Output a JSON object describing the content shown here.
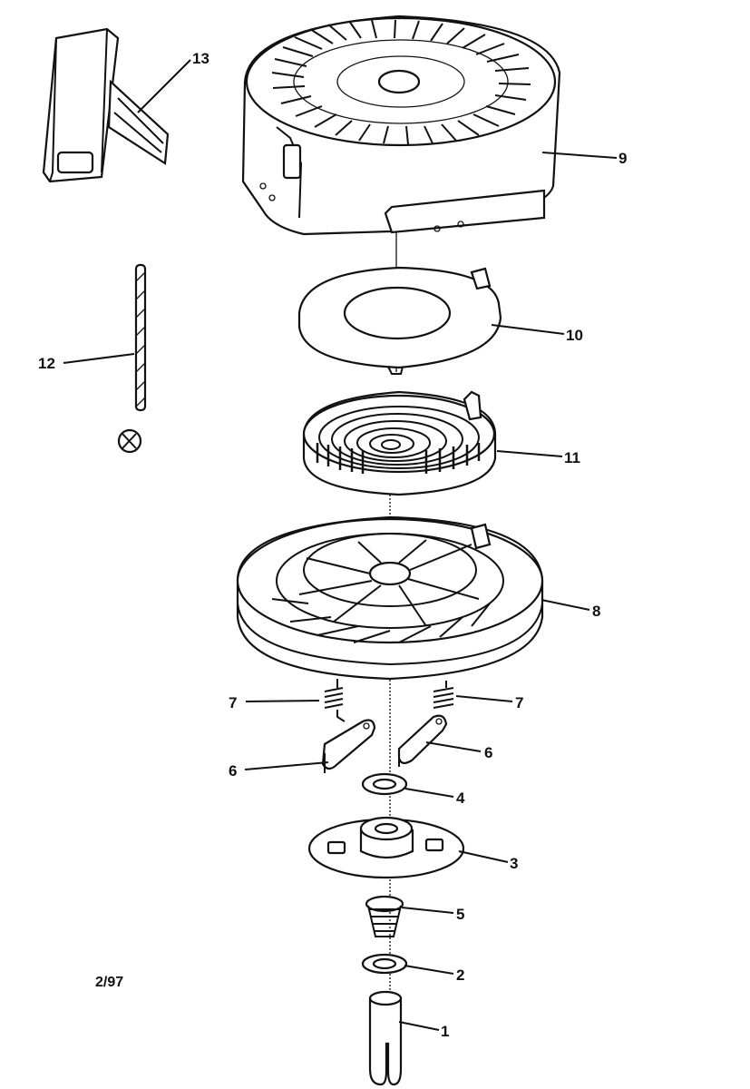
{
  "diagram": {
    "date_code": "2/97",
    "callouts": [
      {
        "id": "1",
        "label": "1"
      },
      {
        "id": "2",
        "label": "2"
      },
      {
        "id": "3",
        "label": "3"
      },
      {
        "id": "4",
        "label": "4"
      },
      {
        "id": "5",
        "label": "5"
      },
      {
        "id": "6a",
        "label": "6"
      },
      {
        "id": "6b",
        "label": "6"
      },
      {
        "id": "7a",
        "label": "7"
      },
      {
        "id": "7b",
        "label": "7"
      },
      {
        "id": "8",
        "label": "8"
      },
      {
        "id": "9",
        "label": "9"
      },
      {
        "id": "10",
        "label": "10"
      },
      {
        "id": "11",
        "label": "11"
      },
      {
        "id": "12",
        "label": "12"
      },
      {
        "id": "13",
        "label": "13"
      }
    ]
  }
}
